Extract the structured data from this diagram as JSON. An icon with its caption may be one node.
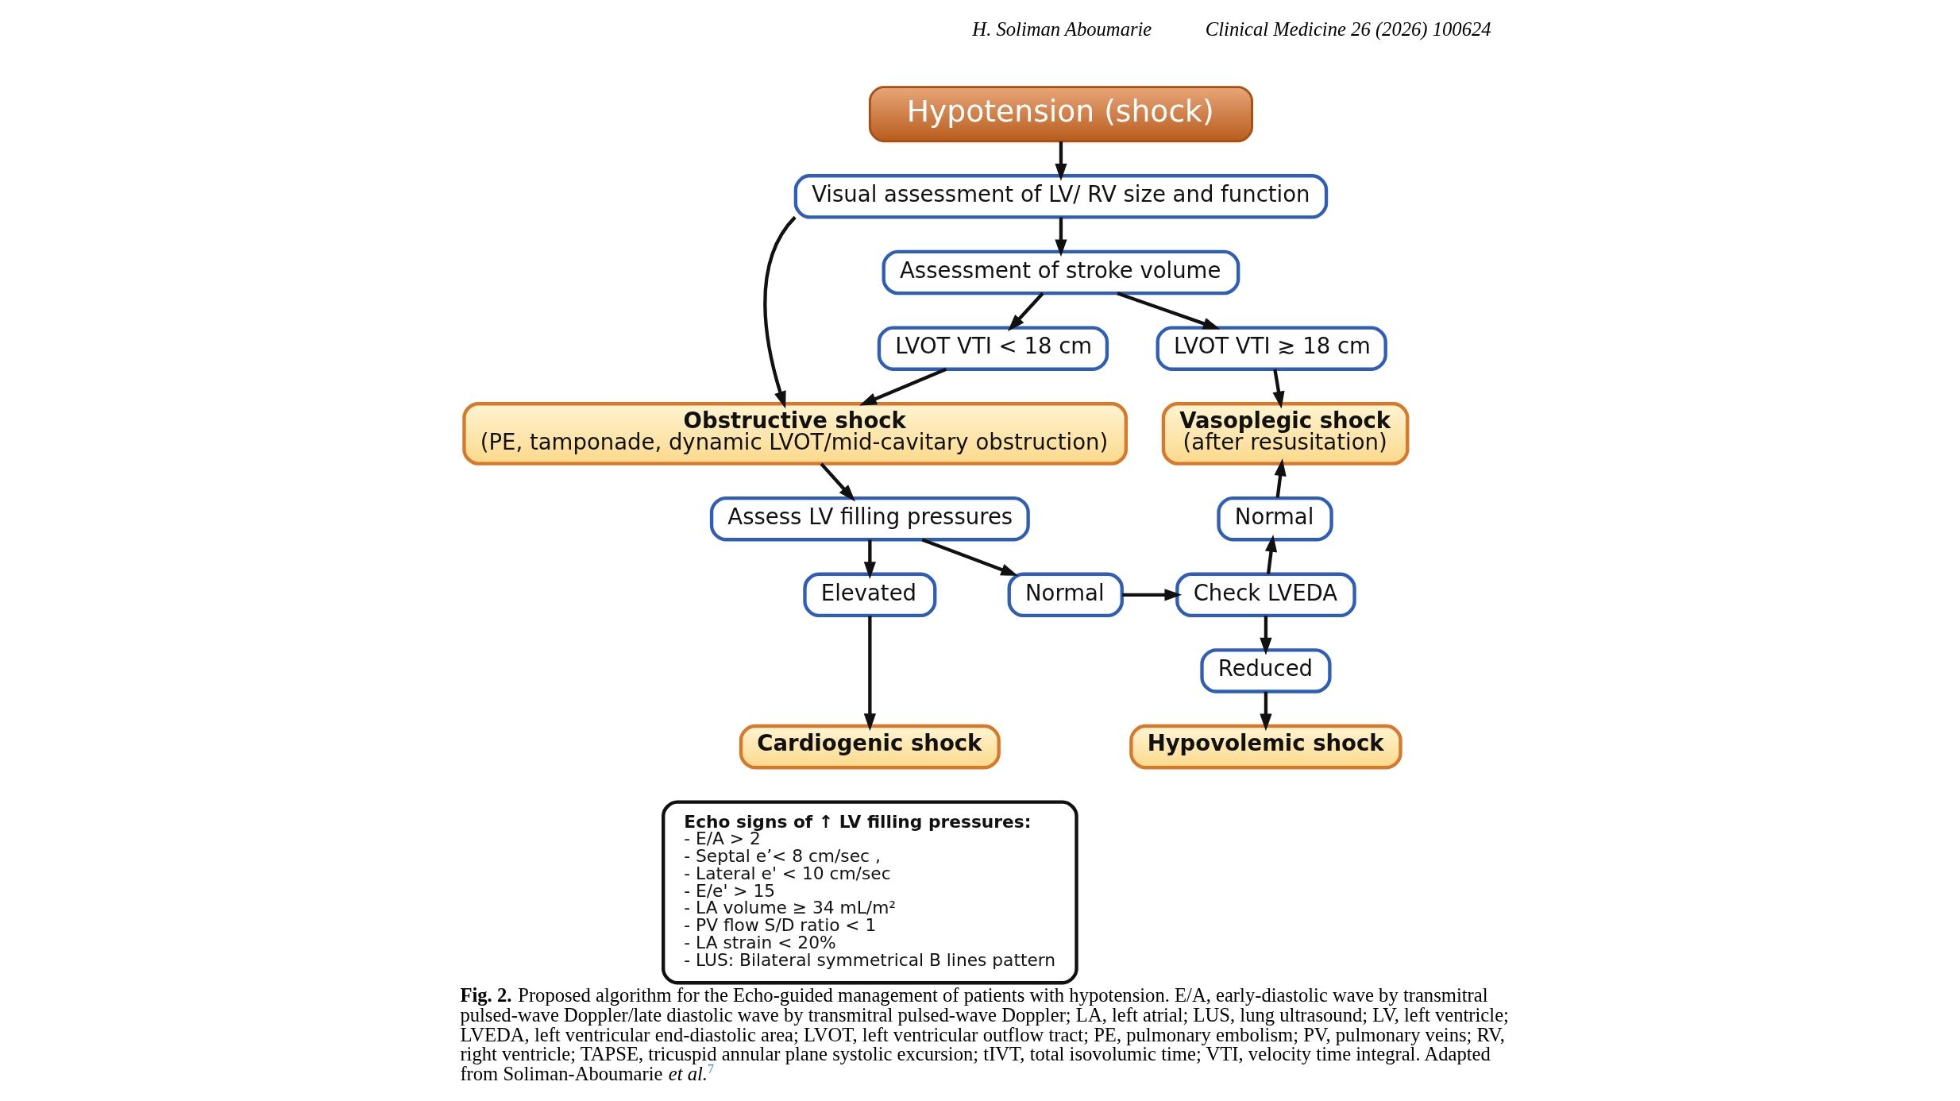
{
  "diagram": {
    "caption": "**Fig. 2.** Proposed algorithm for the Echo-guided management of patients with hypotension. E/A, early-diastolic wave by transmitral pulsed-wave Doppler/late diastolic wave by transmitral pulsed-wave Doppler; LA, left atrial; LUS, lung ultrasound; LV, left ventricle; LVEDA, left ventricular end-diastolic area; LVOT, left ventricular outflow tract; PE, pulmonary embolism; PV, pulmonary veins; RV, right ventricle; TAPSE, tricuspid annular plane systolic excursion; tIVT, total isovolumic time; VTI, velocity time integral. Adapted from Soliman-Aboumarie *et al.*$^{7}$",
    "nodes": [
      {
        "text": [
          "Hypotension (shock)"
        ]
      },
      {
        "text": [
          "Visual assessment of LV/ RV size and function"
        ]
      },
      {
        "text": [
          "Assessment of stroke volume"
        ]
      },
      {
        "text": [
          "LVOT VTI < 18 cm"
        ]
      },
      {
        "text": [
          "LVOT VTI ≳ 18 cm"
        ]
      },
      {
        "text": [
          "Obstructive shock",
          "(PE, tamponade, dynamic LVOT/mid-cavitary obstruction)"
        ]
      },
      {
        "text": [
          "Vasoplegic shock",
          "(after resusitation)"
        ]
      },
      {
        "text": [
          "Assess LV filling pressures"
        ]
      },
      {
        "text": [
          "Normal"
        ]
      },
      {
        "text": [
          "Echo signs of ↑ LV filling pressures:",
          "- E/A > 2",
          "- Septal e’< 8 cm/sec ,",
          "- Lateral e' < 10 cm/sec",
          "- E/e' > 15",
          "- LA volume ≥ 34 mL/m²",
          "- PV flow S/D ratio < 1",
          "- LA strain < 20%",
          "- LUS: Bilateral symmetrical B lines pattern"
        ]
      },
      {
        "text": [
          "Elevated"
        ]
      },
      {
        "text": [
          "Normal"
        ]
      },
      {
        "text": [
          "Check LVEDA"
        ]
      },
      {
        "text": [
          "Reduced"
        ]
      },
      {
        "text": [
          "Cardiogenic shock"
        ]
      },
      {
        "text": [
          "Hypovolemic shock"
        ]
      }
    ],
    "edges": [
      {
        "from": 0,
        "to": 1,
        "arrow": "to"
      },
      {
        "from": 1,
        "to": 2,
        "arrow": "to"
      },
      {
        "from": 1,
        "to": 5,
        "arrow": "to"
      },
      {
        "from": 2,
        "to": 3,
        "arrow": "to"
      },
      {
        "from": 2,
        "to": 4,
        "arrow": "to"
      },
      {
        "from": 3,
        "to": 5,
        "arrow": "to"
      },
      {
        "from": 4,
        "to": 6,
        "arrow": "to"
      },
      {
        "from": 5,
        "to": 7,
        "arrow": "to"
      },
      {
        "from": 7,
        "to": 10,
        "arrow": "to"
      },
      {
        "from": 7,
        "to": 11,
        "arrow": "to"
      },
      {
        "from": 11,
        "to": 12,
        "arrow": "to"
      },
      {
        "from": 12,
        "to": 8,
        "arrow": "to"
      },
      {
        "from": 8,
        "to": 6,
        "arrow": "to"
      },
      {
        "from": 12,
        "to": 13,
        "arrow": "to"
      },
      {
        "from": 10,
        "to": 14,
        "arrow": "to"
      },
      {
        "from": 13,
        "to": 15,
        "arrow": "to"
      }
    ],
    "labels": [
      "H. Soliman Aboumarie",
      "Clinical Medicine 26 (2026) 100624"
    ]
  }
}
